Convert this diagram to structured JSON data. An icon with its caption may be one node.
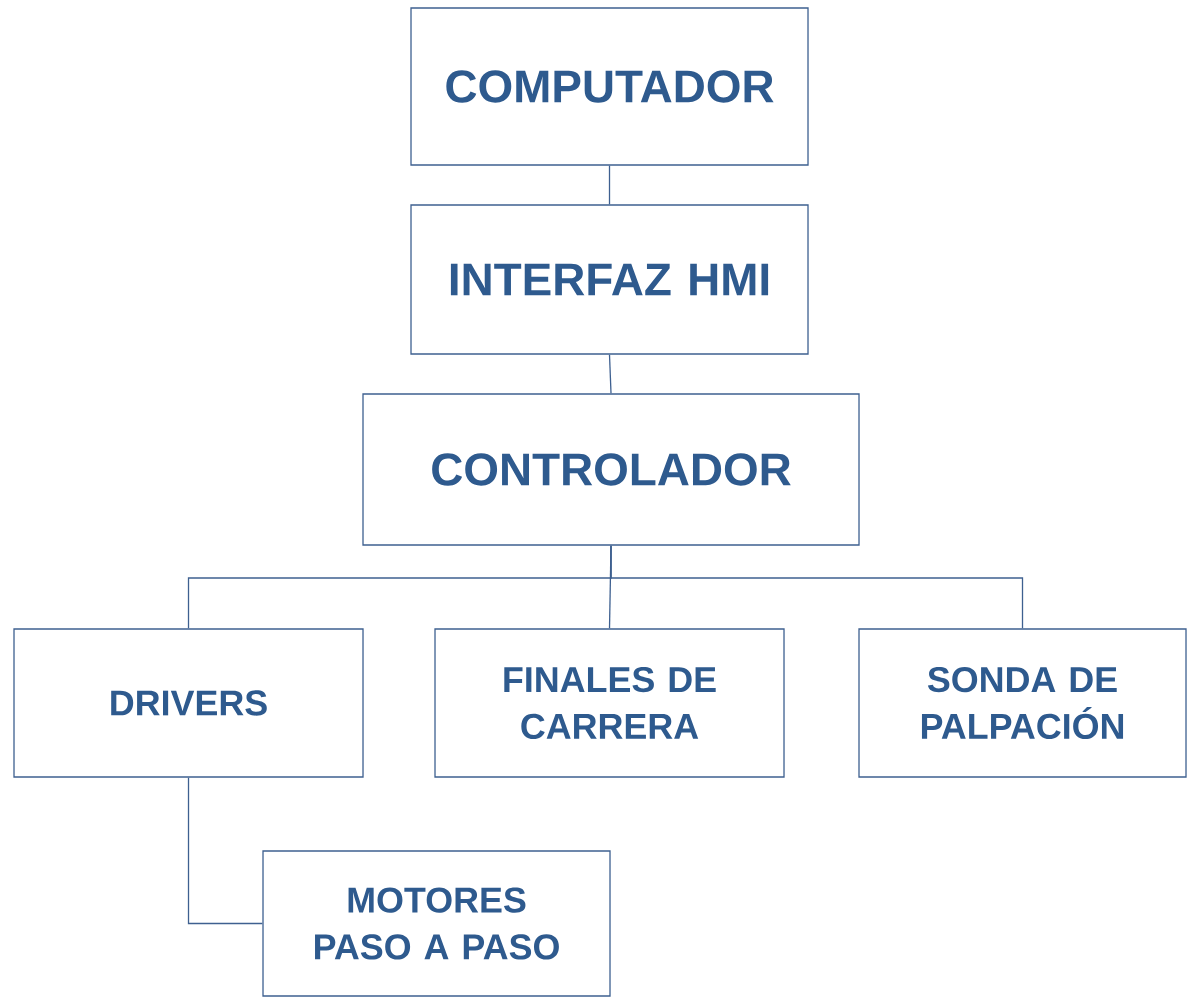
{
  "diagram": {
    "nodes": [
      {
        "text": [
          "COMPUTADOR"
        ]
      },
      {
        "text": [
          "INTERFAZ HMI"
        ]
      },
      {
        "text": [
          "CONTROLADOR"
        ]
      },
      {
        "text": [
          "DRIVERS"
        ]
      },
      {
        "text": [
          "FINALES DE CARRERA"
        ]
      },
      {
        "text": [
          "SONDA DE PALPACIÓN"
        ]
      },
      {
        "text": [
          "MOTORES PASO A PASO"
        ]
      }
    ],
    "edges": [
      {
        "from": 0,
        "to": 1,
        "arrow": "none"
      },
      {
        "from": 1,
        "to": 2,
        "arrow": "none"
      },
      {
        "from": 2,
        "to": 3,
        "arrow": "none"
      },
      {
        "from": 2,
        "to": 4,
        "arrow": "none"
      },
      {
        "from": 2,
        "to": 5,
        "arrow": "none"
      },
      {
        "from": 3,
        "to": 6,
        "arrow": "none"
      }
    ]
  }
}
